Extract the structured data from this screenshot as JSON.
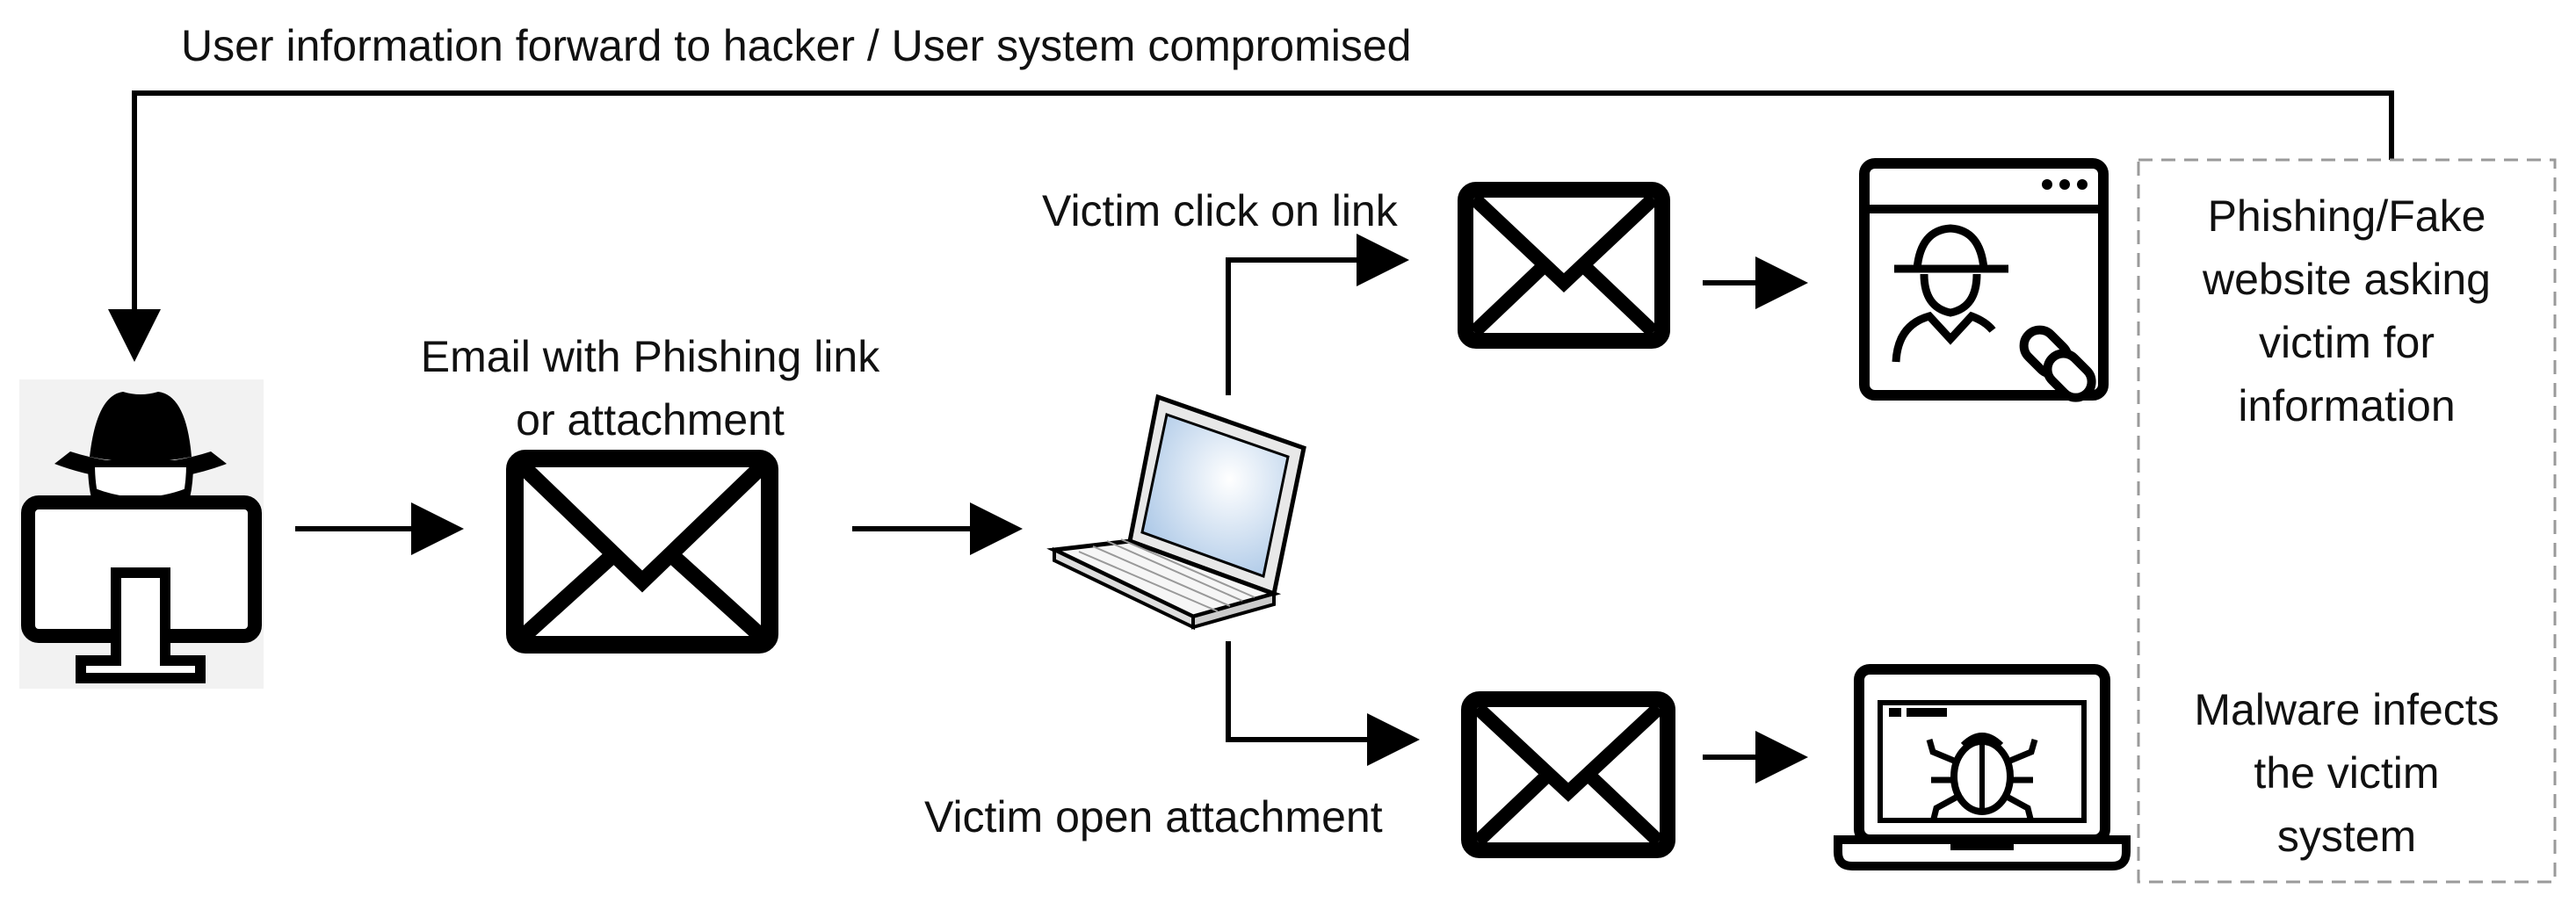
{
  "top_label": "User information forward to hacker  / User system compromised",
  "email_label": {
    "line1": "Email with Phishing link",
    "line2": "or attachment"
  },
  "click_label": "Victim click on link",
  "open_label": "Victim open attachment",
  "phishing_box": {
    "lines": [
      "Phishing/Fake",
      "website asking",
      "victim for",
      "information"
    ]
  },
  "malware_box": {
    "lines": [
      "Malware infects",
      "the victim",
      "system"
    ]
  },
  "icons": {
    "hacker": "hacker-monitor-icon",
    "email": "envelope-icon",
    "laptop": "laptop-icon",
    "phishing_site": "fake-website-icon",
    "malware": "malware-bug-laptop-icon"
  },
  "colors": {
    "stroke": "#000000",
    "dashed_border": "#9a9a9a",
    "screen": "#cfe0f2"
  }
}
